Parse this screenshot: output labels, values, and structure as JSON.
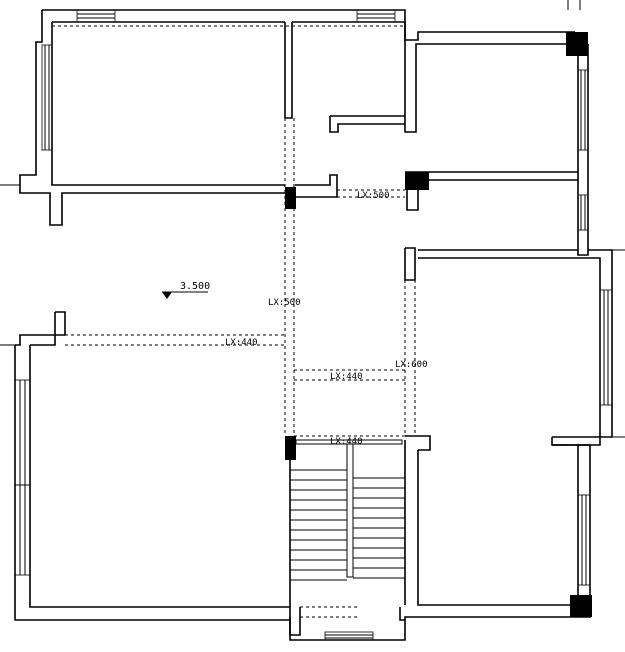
{
  "plan": {
    "elevation": {
      "value": "3.500"
    },
    "beam_labels": [
      {
        "id": "lx-500-top",
        "text": "LX:500"
      },
      {
        "id": "lx-500-vertical",
        "text": "LX:500"
      },
      {
        "id": "lx-440-left",
        "text": "LX:440"
      },
      {
        "id": "lx-600-right",
        "text": "LX:600"
      },
      {
        "id": "lx-440-mid",
        "text": "LX:440"
      },
      {
        "id": "lx-440-lower",
        "text": "LX:440"
      }
    ]
  }
}
